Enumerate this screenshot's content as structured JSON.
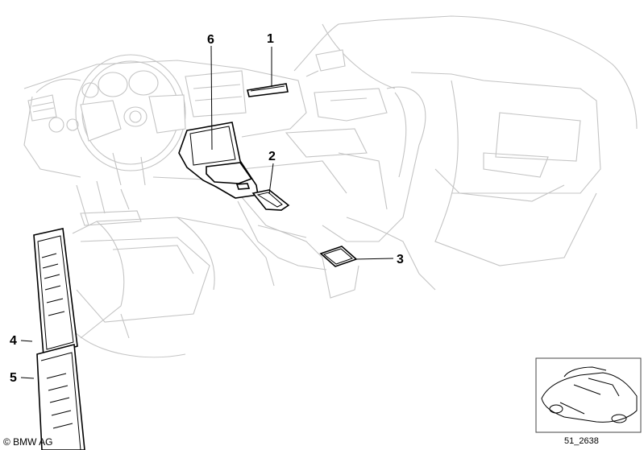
{
  "callouts": {
    "c1": "1",
    "c2": "2",
    "c3": "3",
    "c4": "4",
    "c5": "5",
    "c6": "6"
  },
  "copyright": "© BMW AG",
  "ref_number": "51_2638",
  "colors": {
    "part_outline": "#000000",
    "background_line": "#c4c4c4"
  }
}
